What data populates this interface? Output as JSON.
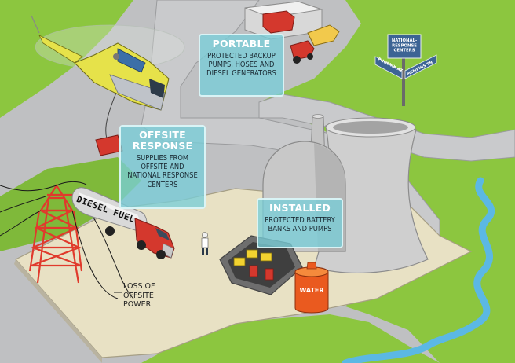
{
  "callouts": {
    "portable": {
      "title": "PORTABLE",
      "desc": "PROTECTED BACKUP PUMPS, HOSES AND DIESEL GENERATORS"
    },
    "offsite": {
      "title": "OFFSITE RESPONSE",
      "desc": "SUPPLIES FROM OFFSITE AND NATIONAL RESPONSE CENTERS"
    },
    "installed": {
      "title": "INSTALLED",
      "desc": "PROTECTED BATTERY BANKS AND PUMPS"
    }
  },
  "signpost": {
    "top": "NATIONAL- RESPONSE CENTERS",
    "left_arrow": "PHOENIX AZ",
    "right_arrow": "MEMPHIS TN"
  },
  "loss_label": "LOSS OF OFFSITE POWER",
  "truck_label": "DIESEL FUEL",
  "tank_label": "WATER",
  "colors": {
    "grass": "#8cc63f",
    "road": "#c7c8ca",
    "pad": "#e6dfbf",
    "water": "#5bb8e4",
    "tower": "#e03a2c",
    "callout": "#78cdd7"
  }
}
